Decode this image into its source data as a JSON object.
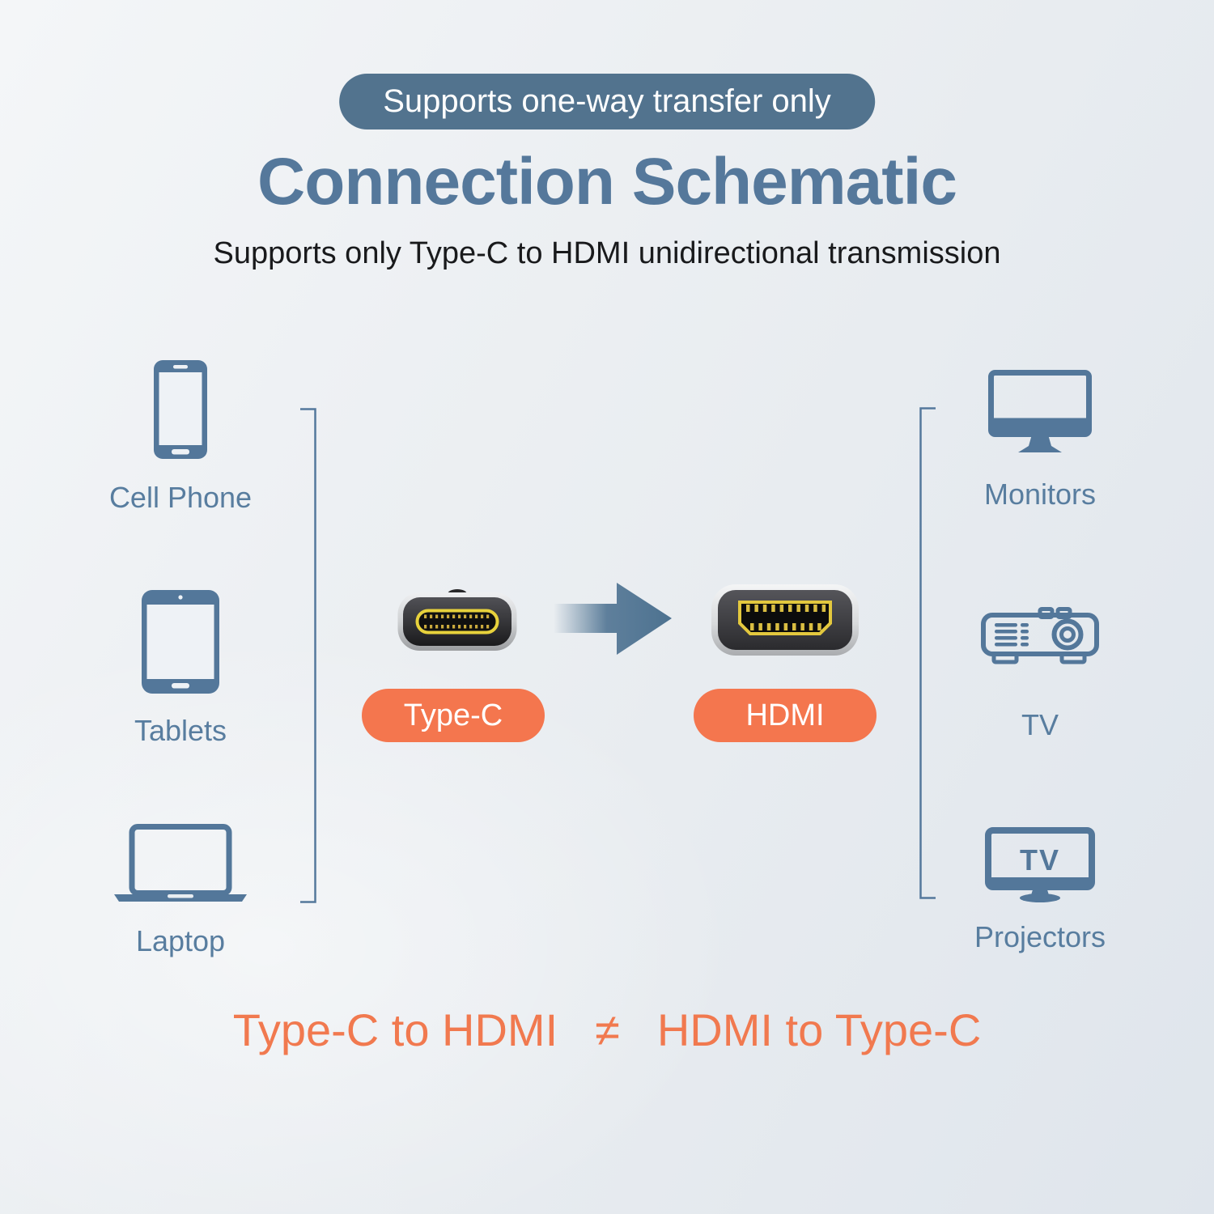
{
  "badge": {
    "label": "Supports one-way transfer only"
  },
  "header": {
    "title": "Connection Schematic",
    "subtitle": "Supports only Type-C to HDMI unidirectional transmission"
  },
  "source_devices": {
    "items": [
      {
        "label": "Cell Phone",
        "icon": "cell-phone-icon"
      },
      {
        "label": "Tablets",
        "icon": "tablet-icon"
      },
      {
        "label": "Laptop",
        "icon": "laptop-icon"
      }
    ]
  },
  "display_devices": {
    "items": [
      {
        "label": "Monitors",
        "icon": "monitor-icon"
      },
      {
        "label": "TV",
        "icon": "projector-icon"
      },
      {
        "label": "Projectors",
        "icon": "tv-icon"
      }
    ]
  },
  "connection": {
    "from_label": "Type-C",
    "to_label": "HDMI",
    "direction": "one-way",
    "tv_icon_text": "TV"
  },
  "footer": {
    "left": "Type-C to HDMI",
    "operator": "≠",
    "right": "HDMI to Type-C"
  },
  "colors": {
    "accent_orange": "#f4764e",
    "slate_blue": "#53779a",
    "badge_bg": "#52738e",
    "title_blue": "#55789b",
    "subtitle_dark": "#191a1c",
    "connector_gold": "#e3c83e"
  }
}
